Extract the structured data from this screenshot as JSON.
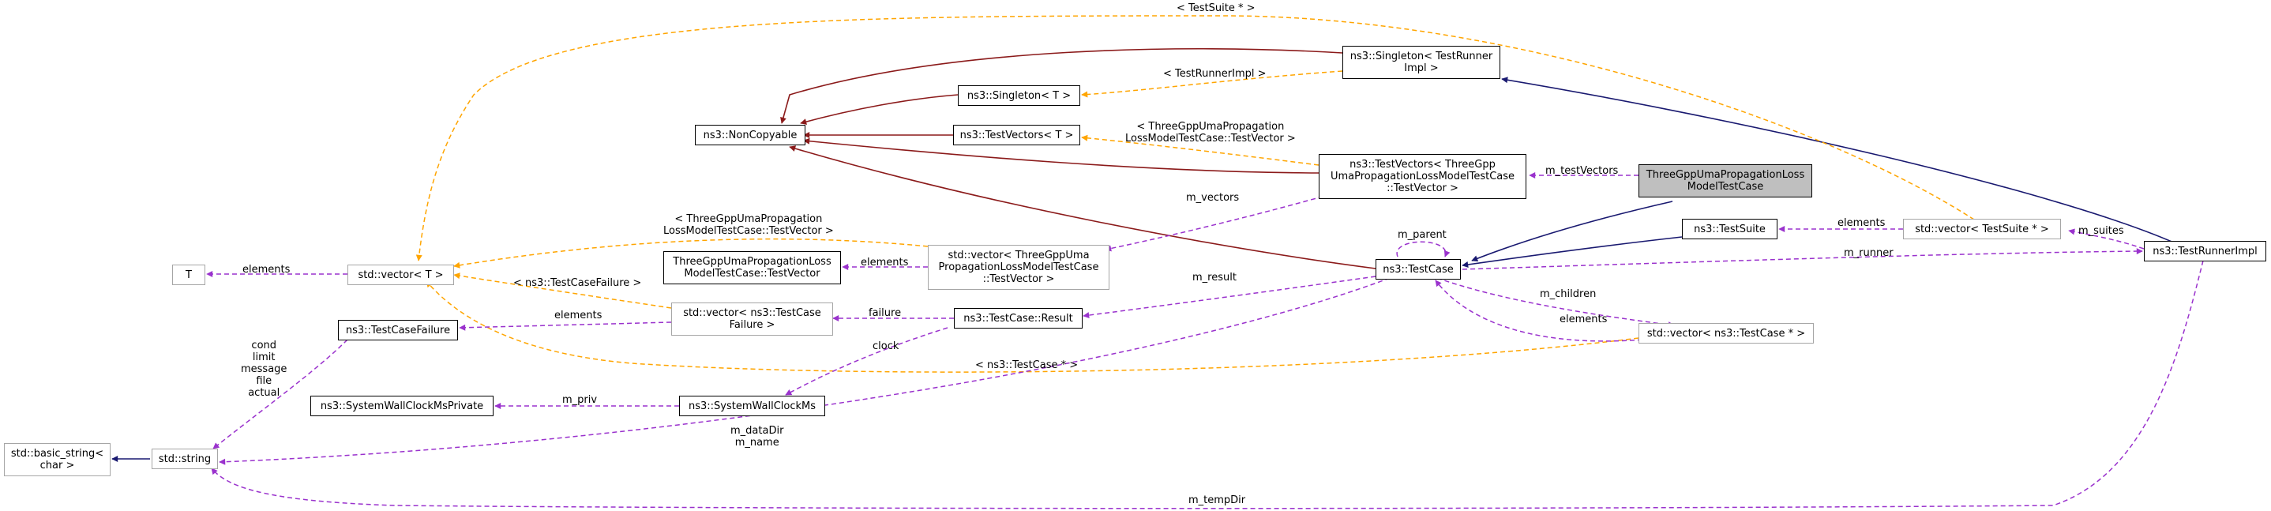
{
  "nodes": {
    "noncopyable": [
      "ns3::NonCopyable"
    ],
    "singleton_runner": [
      "ns3::Singleton< TestRunner",
      "Impl >"
    ],
    "singleton_t": [
      "ns3::Singleton< T >"
    ],
    "testvectors_t": [
      "ns3::TestVectors< T >"
    ],
    "testvectors_spec": [
      "ns3::TestVectors< ThreeGpp",
      "UmaPropagationLossModelTestCase",
      "::TestVector >"
    ],
    "threegpp_testcase": [
      "ThreeGppUmaPropagationLoss",
      "ModelTestCase"
    ],
    "vector_t": [
      "std::vector< T >"
    ],
    "t": [
      "T"
    ],
    "threegpp_testvector": [
      "ThreeGppUmaPropagationLoss",
      "ModelTestCase::TestVector"
    ],
    "vector_threegpp": [
      "std::vector< ThreeGppUma",
      "PropagationLossModelTestCase",
      "::TestVector >"
    ],
    "testsuite": [
      "ns3::TestSuite"
    ],
    "vector_testsuite": [
      "std::vector< TestSuite * >"
    ],
    "testrunnerimpl": [
      "ns3::TestRunnerImpl"
    ],
    "testcase": [
      "ns3::TestCase"
    ],
    "testcasefailure": [
      "ns3::TestCaseFailure"
    ],
    "vector_failure": [
      "std::vector< ns3::TestCase",
      "Failure >"
    ],
    "result": [
      "ns3::TestCase::Result"
    ],
    "vector_testcase": [
      "std::vector< ns3::TestCase * >"
    ],
    "wallclock_private": [
      "ns3::SystemWallClockMsPrivate"
    ],
    "wallclock": [
      "ns3::SystemWallClockMs"
    ],
    "basic_string": [
      "std::basic_string<",
      "char >"
    ],
    "string": [
      "std::string"
    ]
  },
  "edge_labels": {
    "testsuite_ptr": [
      "< TestSuite * >"
    ],
    "testrunnerimpl_tpl": [
      "< TestRunnerImpl >"
    ],
    "threegpp_tpl": [
      "< ThreeGppUmaPropagation",
      "LossModelTestCase::TestVector >"
    ],
    "m_testvectors": [
      "m_testVectors"
    ],
    "m_vectors": [
      "m_vectors"
    ],
    "threegpp_tpl2": [
      "< ThreeGppUmaPropagation",
      "LossModelTestCase::TestVector >"
    ],
    "elements_t": [
      "elements"
    ],
    "elements_threegpp": [
      "elements"
    ],
    "m_parent": [
      "m_parent"
    ],
    "elements_suite": [
      "elements"
    ],
    "m_suites": [
      "m_suites"
    ],
    "m_runner": [
      "m_runner"
    ],
    "m_result": [
      "m_result"
    ],
    "failure_tpl": [
      "< ns3::TestCaseFailure >"
    ],
    "elements_failure": [
      "elements"
    ],
    "failure": [
      "failure"
    ],
    "m_children": [
      "m_children"
    ],
    "elements_testcase": [
      "elements"
    ],
    "clock": [
      "clock"
    ],
    "testcase_ptr": [
      "< ns3::TestCase * >"
    ],
    "failure_fields": [
      "cond",
      "limit",
      "message",
      "file",
      "actual"
    ],
    "m_priv": [
      "m_priv"
    ],
    "m_datadir": [
      "m_dataDir",
      "m_name"
    ],
    "m_tempdir": [
      "m_tempDir"
    ]
  },
  "colors": {
    "inheritance_public": "#191970",
    "inheritance_private": "#8b1a1a",
    "template_instance": "#ffa500",
    "usage": "#9a32cd",
    "node_border": "#000000",
    "container_border": "#a6a6a6",
    "focus_fill": "#bfbfbf"
  }
}
